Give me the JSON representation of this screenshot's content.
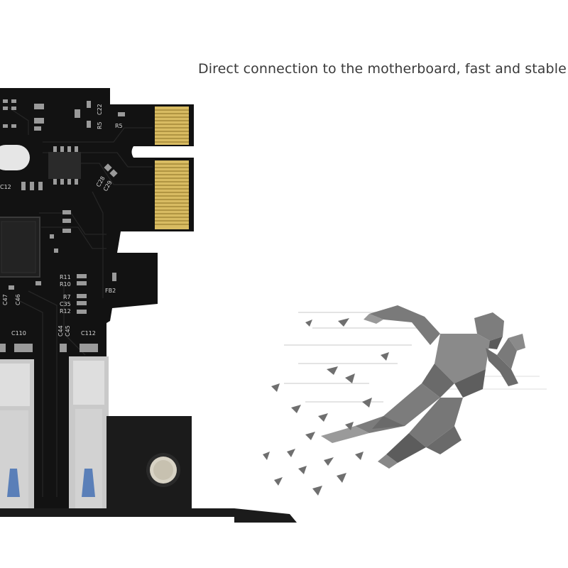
{
  "tagline": "Direct connection to the motherboard, fast and stable",
  "pcb_labels": {
    "c22": "C22",
    "r5a": "R5",
    "r5b": "R5",
    "c12": "C12",
    "c28": "C28",
    "c29": "C29",
    "r11": "R11",
    "r10": "R10",
    "r7": "R7",
    "c35": "C35",
    "r12": "R12",
    "fb2": "FB2",
    "c47": "C47",
    "c46": "C46",
    "c44": "C44",
    "c45": "C45",
    "c110": "C110",
    "c112": "C112"
  },
  "colors": {
    "pcb": "#111111",
    "gold_finger": "#e0c36a",
    "bracket": "#1a1a1a",
    "runner": "#6d6d6d"
  }
}
